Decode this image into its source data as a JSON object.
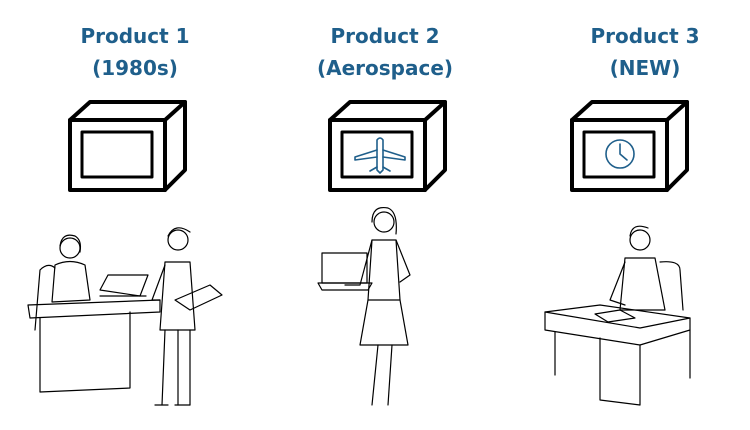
{
  "products": [
    {
      "name": "Product 1",
      "subtitle": "(1980s)",
      "screen_icon": "none"
    },
    {
      "name": "Product 2",
      "subtitle": "(Aerospace)",
      "screen_icon": "airplane-icon"
    },
    {
      "name": "Product 3",
      "subtitle": "(NEW)",
      "screen_icon": "clock-icon"
    }
  ],
  "colors": {
    "accent": "#1f5f8b",
    "line": "#000000"
  }
}
